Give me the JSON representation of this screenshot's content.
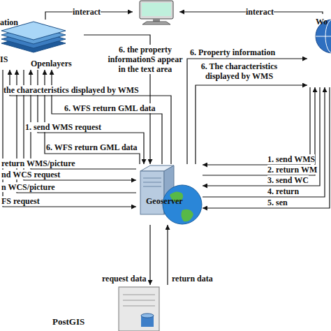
{
  "diagram": {
    "nodes": [
      {
        "text": []
      },
      {
        "text": [
          "Openlayers"
        ]
      },
      {
        "text": [
          "Wo"
        ]
      },
      {
        "text": [
          "Geoserver"
        ]
      },
      {
        "text": [
          "PostGIS"
        ]
      }
    ],
    "edges": [
      {
        "from": 1,
        "to": 0,
        "label": "interact",
        "arrow": "to"
      },
      {
        "from": 2,
        "to": 0,
        "label": "interact",
        "arrow": "to"
      },
      {
        "from": 1,
        "to": 3,
        "label": "6. the property informationS appear in the text area",
        "arrow": "to"
      },
      {
        "from": 3,
        "to": 1,
        "label": "the characteristics displayed by WMS",
        "arrow": "to"
      },
      {
        "from": 3,
        "to": 1,
        "label": "6. WFS return GML data",
        "arrow": "to"
      },
      {
        "from": 1,
        "to": 3,
        "label": "1. send WMS request",
        "arrow": "to"
      },
      {
        "from": 3,
        "to": 1,
        "label": "return WMS/picture",
        "arrow": "to"
      },
      {
        "from": 1,
        "to": 3,
        "label": "nd WCS request",
        "arrow": "to"
      },
      {
        "from": 3,
        "to": 1,
        "label": "n WCS/picture",
        "arrow": "to"
      },
      {
        "from": 1,
        "to": 3,
        "label": "FS request",
        "arrow": "to"
      },
      {
        "from": 3,
        "to": 1,
        "label": "6. WFS return GML data",
        "arrow": "to"
      },
      {
        "from": 2,
        "to": 3,
        "label": "1. send WMS",
        "arrow": "to"
      },
      {
        "from": 3,
        "to": 2,
        "label": "2. return WM",
        "arrow": "to"
      },
      {
        "from": 2,
        "to": 3,
        "label": "3. send WC",
        "arrow": "to"
      },
      {
        "from": 3,
        "to": 2,
        "label": "4. return",
        "arrow": "to"
      },
      {
        "from": 2,
        "to": 3,
        "label": "5. sen",
        "arrow": "to"
      },
      {
        "from": 3,
        "to": 2,
        "label": "6. Property information",
        "arrow": "to"
      },
      {
        "from": 3,
        "to": 2,
        "label": "6. The characteristics displayed by WMS",
        "arrow": "to"
      },
      {
        "from": 3,
        "to": 4,
        "label": "request data",
        "arrow": "to"
      },
      {
        "from": 4,
        "to": 3,
        "label": "return data",
        "arrow": "to"
      }
    ],
    "labels": [
      "ation",
      "IS"
    ]
  }
}
